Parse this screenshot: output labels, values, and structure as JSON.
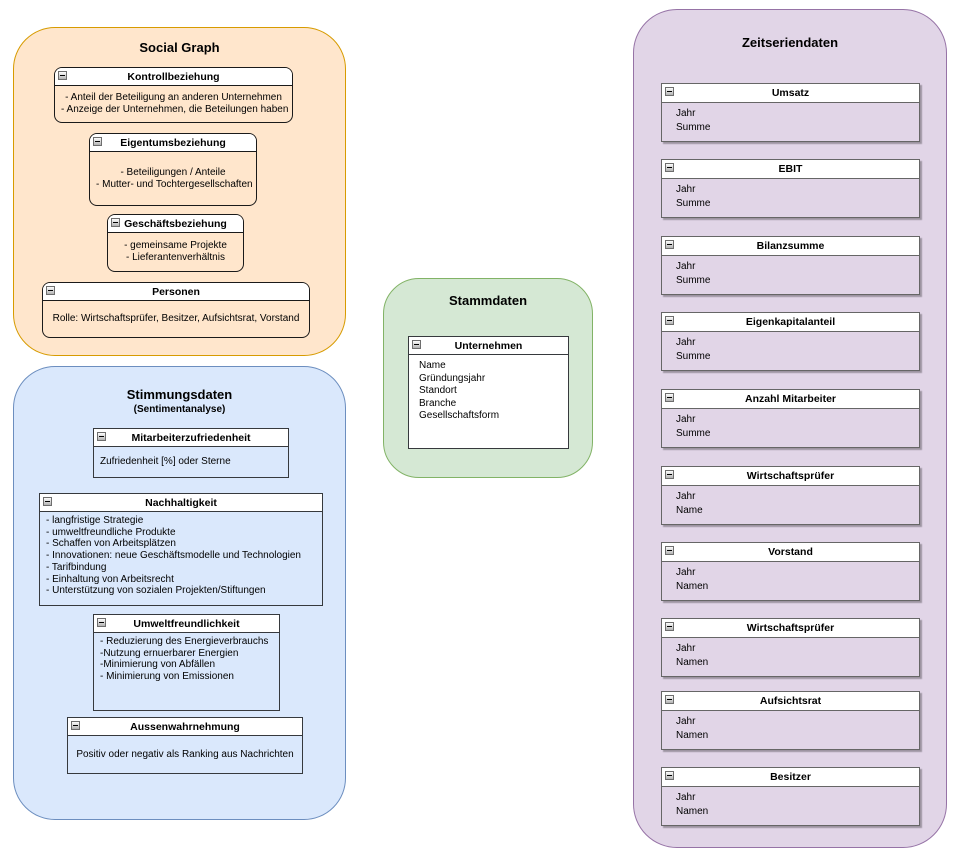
{
  "icons": {
    "collapse": "minus-square"
  },
  "groups": {
    "social_graph": {
      "title": "Social Graph",
      "fill": "#ffe6cc",
      "stroke": "#d79b00",
      "entities": [
        {
          "title": "Kontrollbeziehung",
          "lines": [
            "- Anteil der Beteiligung an anderen Unternehmen",
            "- Anzeige der Unternehmen, die Beteilungen haben"
          ]
        },
        {
          "title": "Eigentumsbeziehung",
          "lines": [
            "- Beteiligungen / Anteile",
            "- Mutter- und Tochtergesellschaften"
          ]
        },
        {
          "title": "Geschäftsbeziehung",
          "lines": [
            "- gemeinsame Projekte",
            "- Lieferantenverhältnis"
          ]
        },
        {
          "title": "Personen",
          "lines": [
            "Rolle: Wirtschaftsprüfer, Besitzer, Aufsichtsrat, Vorstand"
          ]
        }
      ]
    },
    "stimmungsdaten": {
      "title": "Stimmungsdaten",
      "subtitle": "(Sentimentanalyse)",
      "fill": "#dae8fc",
      "stroke": "#6c8ebf",
      "entities": [
        {
          "title": "Mitarbeiterzufriedenheit",
          "lines": [
            "Zufriedenheit [%] oder Sterne"
          ]
        },
        {
          "title": "Nachhaltigkeit",
          "lines": [
            "- langfristige Strategie",
            "- umweltfreundliche Produkte",
            "- Schaffen von Arbeitsplätzen",
            "- Innovationen: neue Geschäftsmodelle und Technologien",
            "- Tarifbindung",
            "- Einhaltung von Arbeitsrecht",
            "- Unterstützung von sozialen Projekten/Stiftungen"
          ]
        },
        {
          "title": "Umweltfreundlichkeit",
          "lines": [
            "- Reduzierung des Energieverbrauchs",
            "-Nutzung ernuerbarer Energien",
            "-Minimierung von Abfällen",
            "- Minimierung von Emissionen"
          ]
        },
        {
          "title": "Aussenwahrnehmung",
          "lines": [
            "Positiv oder negativ als Ranking aus Nachrichten"
          ]
        }
      ]
    },
    "stammdaten": {
      "title": "Stammdaten",
      "fill": "#d5e8d4",
      "stroke": "#82b366",
      "entities": [
        {
          "title": "Unternehmen",
          "lines": [
            "Name",
            "Gründungsjahr",
            "Standort",
            "Branche",
            "Gesellschaftsform"
          ]
        }
      ]
    },
    "zeitseriendaten": {
      "title": "Zeitseriendaten",
      "fill": "#e1d5e7",
      "stroke": "#9673a6",
      "entities": [
        {
          "title": "Umsatz",
          "lines": [
            "Jahr",
            "Summe"
          ]
        },
        {
          "title": "EBIT",
          "lines": [
            "Jahr",
            "Summe"
          ]
        },
        {
          "title": "Bilanzsumme",
          "lines": [
            "Jahr",
            "Summe"
          ]
        },
        {
          "title": "Eigenkapitalanteil",
          "lines": [
            "Jahr",
            "Summe"
          ]
        },
        {
          "title": "Anzahl Mitarbeiter",
          "lines": [
            "Jahr",
            "Summe"
          ]
        },
        {
          "title": "Wirtschaftsprüfer",
          "lines": [
            "Jahr",
            "Name"
          ]
        },
        {
          "title": "Vorstand",
          "lines": [
            "Jahr",
            "Namen"
          ]
        },
        {
          "title": "Wirtschaftsprüfer",
          "lines": [
            "Jahr",
            "Namen"
          ]
        },
        {
          "title": "Aufsichtsrat",
          "lines": [
            "Jahr",
            "Namen"
          ]
        },
        {
          "title": "Besitzer",
          "lines": [
            "Jahr",
            "Namen"
          ]
        }
      ]
    }
  }
}
